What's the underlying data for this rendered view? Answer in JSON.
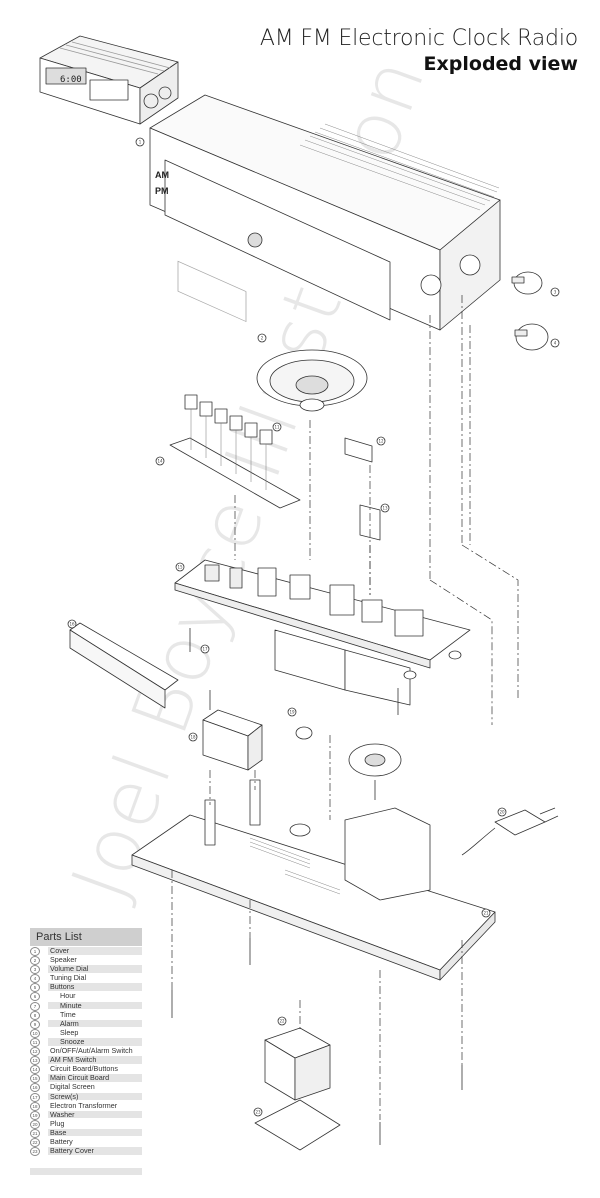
{
  "title": {
    "line1": "AM FM Electronic Clock Radio",
    "line2": "Exploded view"
  },
  "device_labels": {
    "am": "AM",
    "pm": "PM",
    "clock_display": "6:00"
  },
  "watermark": "Joel Boyce Illustration",
  "parts_list": {
    "heading": "Parts List",
    "items": [
      {
        "num": "1",
        "label": "Cover",
        "indent": false
      },
      {
        "num": "2",
        "label": "Speaker",
        "indent": false
      },
      {
        "num": "3",
        "label": "Volume Dial",
        "indent": false
      },
      {
        "num": "4",
        "label": "Tuning Dial",
        "indent": false
      },
      {
        "num": "5",
        "label": "Buttons",
        "indent": false
      },
      {
        "num": "6",
        "label": "Hour",
        "indent": true
      },
      {
        "num": "7",
        "label": "Minute",
        "indent": true
      },
      {
        "num": "8",
        "label": "Time",
        "indent": true
      },
      {
        "num": "9",
        "label": "Alarm",
        "indent": true
      },
      {
        "num": "10",
        "label": "Sleep",
        "indent": true
      },
      {
        "num": "11",
        "label": "Snooze",
        "indent": true
      },
      {
        "num": "12",
        "label": "On/OFF/Aut/Alarm Switch",
        "indent": false
      },
      {
        "num": "13",
        "label": "AM FM Switch",
        "indent": false
      },
      {
        "num": "14",
        "label": "Circuit Board/Buttons",
        "indent": false
      },
      {
        "num": "15",
        "label": "Main Circuit Board",
        "indent": false
      },
      {
        "num": "16",
        "label": "Digital Screen",
        "indent": false
      },
      {
        "num": "17",
        "label": "Screw(s)",
        "indent": false
      },
      {
        "num": "18",
        "label": "Electron Transformer",
        "indent": false
      },
      {
        "num": "19",
        "label": "Washer",
        "indent": false
      },
      {
        "num": "20",
        "label": "Plug",
        "indent": false
      },
      {
        "num": "21",
        "label": "Base",
        "indent": false
      },
      {
        "num": "22",
        "label": "Battery",
        "indent": false
      },
      {
        "num": "23",
        "label": "Battery Cover",
        "indent": false
      }
    ]
  },
  "callouts": [
    {
      "num": "1",
      "part": "cover"
    },
    {
      "num": "2",
      "part": "speaker"
    },
    {
      "num": "3",
      "part": "volume-dial"
    },
    {
      "num": "4",
      "part": "tuning-dial"
    },
    {
      "num": "11",
      "part": "buttons"
    },
    {
      "num": "12",
      "part": "alarm-switch"
    },
    {
      "num": "13",
      "part": "am-fm-switch"
    },
    {
      "num": "14",
      "part": "circuit-board-buttons"
    },
    {
      "num": "15",
      "part": "main-circuit-board"
    },
    {
      "num": "16",
      "part": "digital-screen"
    },
    {
      "num": "17",
      "part": "screw"
    },
    {
      "num": "18",
      "part": "transformer"
    },
    {
      "num": "19",
      "part": "washer"
    },
    {
      "num": "20",
      "part": "plug"
    },
    {
      "num": "21",
      "part": "base"
    },
    {
      "num": "22",
      "part": "battery"
    },
    {
      "num": "23",
      "part": "battery-cover"
    }
  ]
}
